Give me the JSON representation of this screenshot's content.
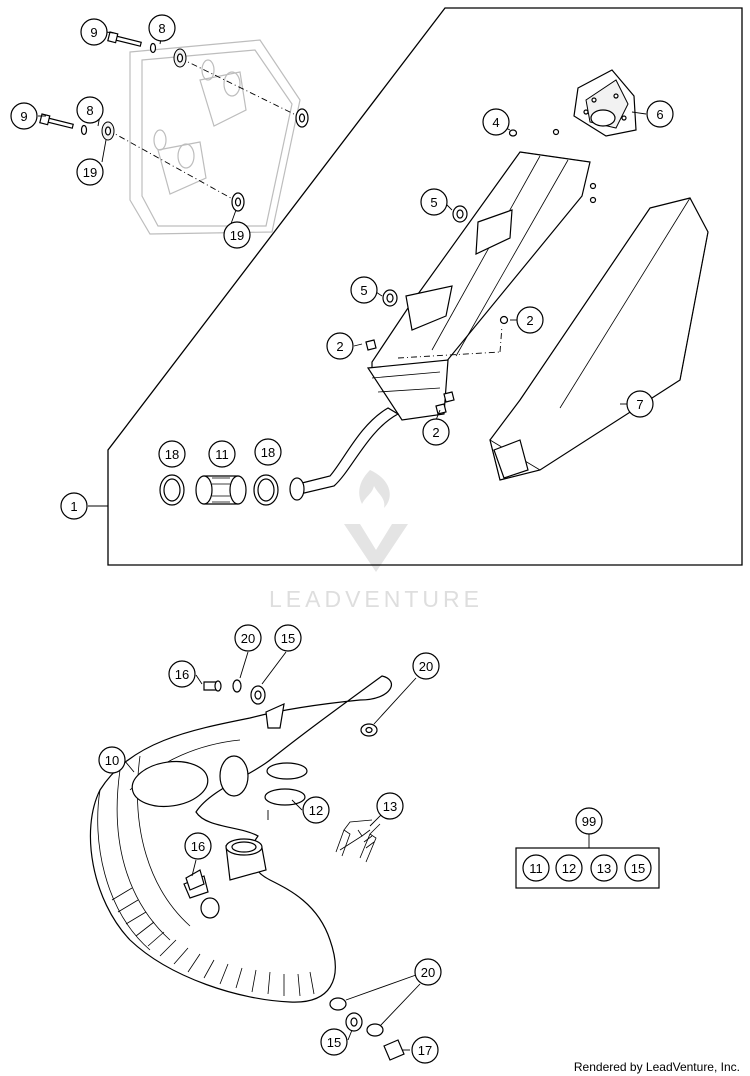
{
  "watermark": {
    "brand": "LEADVENTURE"
  },
  "footer": {
    "credit": "Rendered by LeadVenture, Inc."
  },
  "callouts": [
    {
      "label": "9"
    },
    {
      "label": "8"
    },
    {
      "label": "9"
    },
    {
      "label": "8"
    },
    {
      "label": "19"
    },
    {
      "label": "19"
    },
    {
      "label": "4"
    },
    {
      "label": "6"
    },
    {
      "label": "5"
    },
    {
      "label": "5"
    },
    {
      "label": "2"
    },
    {
      "label": "2"
    },
    {
      "label": "2"
    },
    {
      "label": "7"
    },
    {
      "label": "18"
    },
    {
      "label": "11"
    },
    {
      "label": "18"
    },
    {
      "label": "1"
    },
    {
      "label": "20"
    },
    {
      "label": "15"
    },
    {
      "label": "16"
    },
    {
      "label": "20"
    },
    {
      "label": "10"
    },
    {
      "label": "12"
    },
    {
      "label": "13"
    },
    {
      "label": "16"
    },
    {
      "label": "20"
    },
    {
      "label": "15"
    },
    {
      "label": "17"
    },
    {
      "label": "99"
    }
  ],
  "kit": {
    "items": [
      "11",
      "12",
      "13",
      "15"
    ]
  }
}
